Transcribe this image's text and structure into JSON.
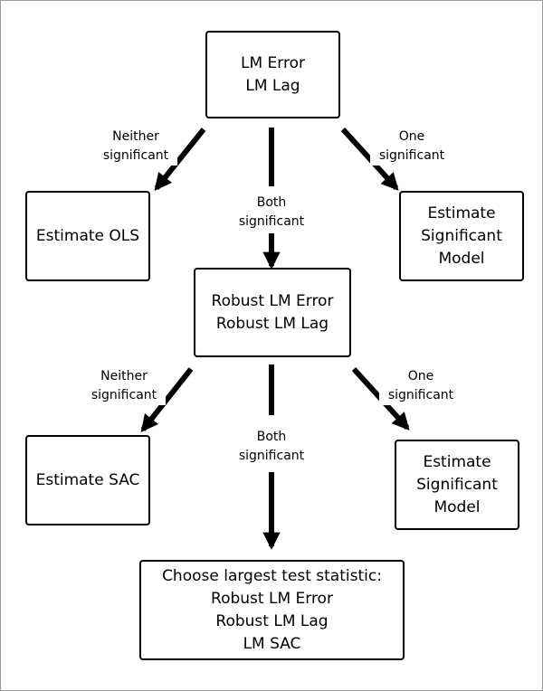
{
  "nodes": {
    "start": [
      "LM Error",
      "LM Lag"
    ],
    "estimate_ols": [
      "Estimate OLS"
    ],
    "significant_model_1": [
      "Estimate",
      "Significant",
      "Model"
    ],
    "robust": [
      "Robust LM Error",
      "Robust LM Lag"
    ],
    "estimate_sac": [
      "Estimate SAC"
    ],
    "significant_model_2": [
      "Estimate",
      "Significant",
      "Model"
    ],
    "choose": [
      "Choose largest test statistic:",
      "Robust LM Error",
      "Robust LM Lag",
      "LM SAC"
    ]
  },
  "edges": {
    "start_left": [
      "Neither",
      "significant"
    ],
    "start_middle": [
      "Both",
      "significant"
    ],
    "start_right": [
      "One",
      "significant"
    ],
    "robust_left": [
      "Neither",
      "significant"
    ],
    "robust_middle": [
      "Both",
      "significant"
    ],
    "robust_right": [
      "One",
      "significant"
    ]
  },
  "colors": {
    "line": "#000000",
    "background": "#ffffff",
    "frame": "#9a9a9a"
  }
}
